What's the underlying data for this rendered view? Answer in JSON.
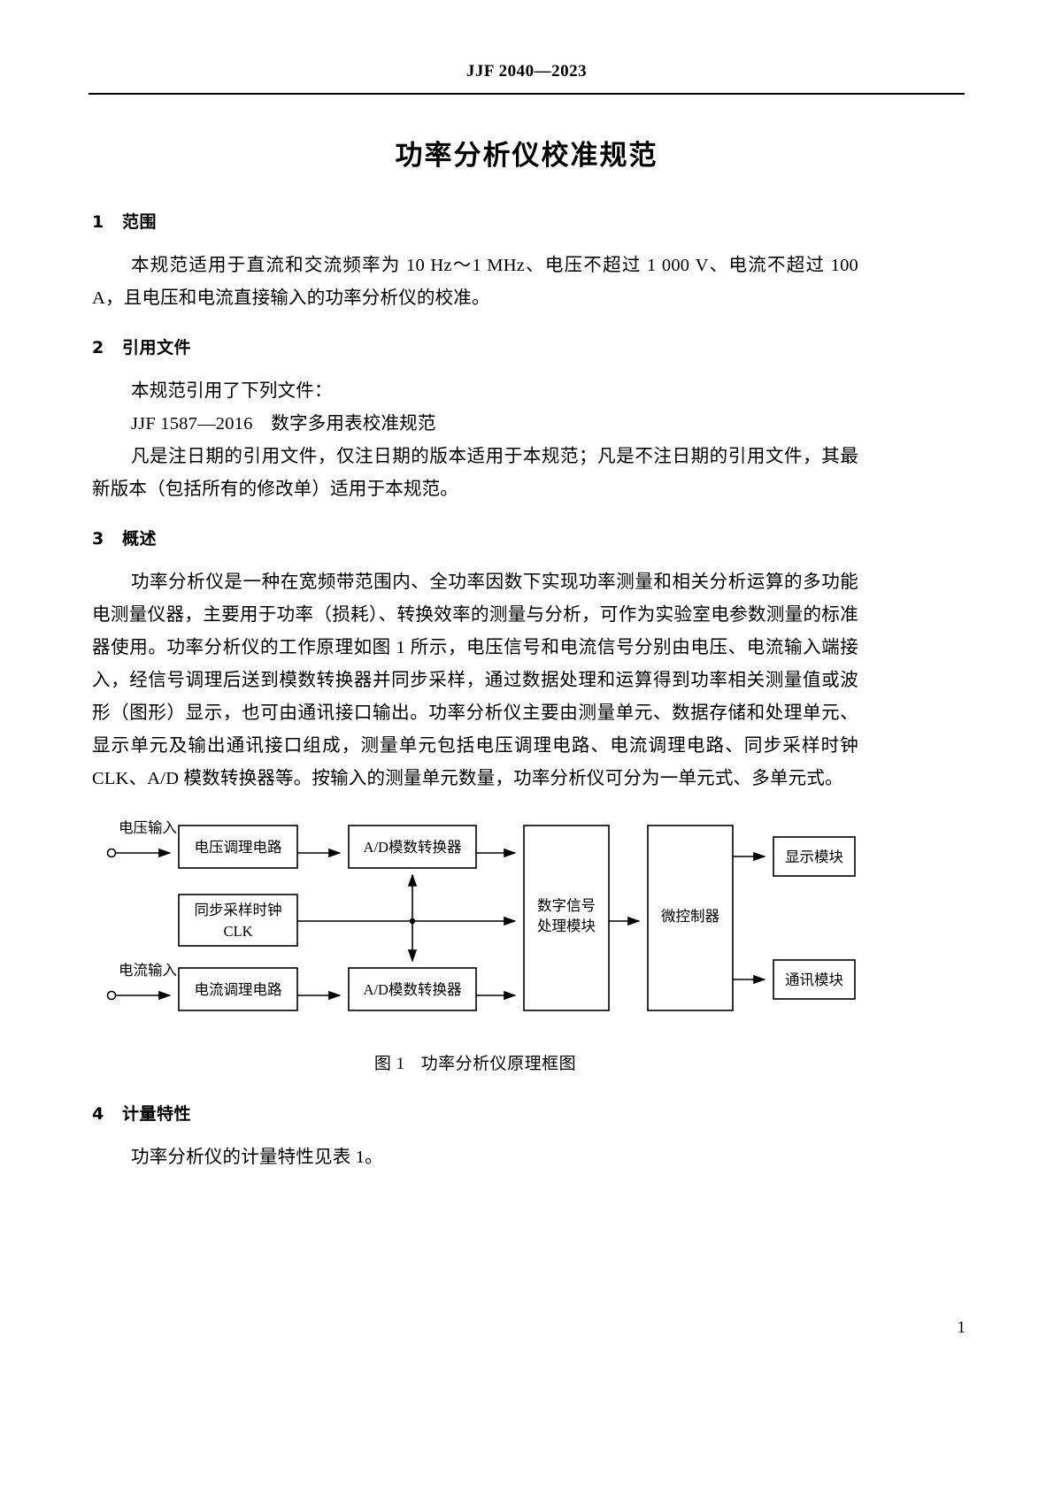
{
  "header": {
    "standard_code": "JJF 2040—2023"
  },
  "title": "功率分析仪校准规范",
  "sections": [
    {
      "number": "1",
      "heading": "范围",
      "paragraphs": [
        "本规范适用于直流和交流频率为 10 Hz～1 MHz、电压不超过 1 000 V、电流不超过 100 A，且电压和电流直接输入的功率分析仪的校准。"
      ]
    },
    {
      "number": "2",
      "heading": "引用文件",
      "paragraphs": [
        "本规范引用了下列文件：",
        "JJF 1587—2016　数字多用表校准规范",
        "凡是注日期的引用文件，仅注日期的版本适用于本规范；凡是不注日期的引用文件，其最新版本（包括所有的修改单）适用于本规范。"
      ]
    },
    {
      "number": "3",
      "heading": "概述",
      "paragraphs": [
        "功率分析仪是一种在宽频带范围内、全功率因数下实现功率测量和相关分析运算的多功能电测量仪器，主要用于功率（损耗）、转换效率的测量与分析，可作为实验室电参数测量的标准器使用。功率分析仪的工作原理如图 1 所示，电压信号和电流信号分别由电压、电流输入端接入，经信号调理后送到模数转换器并同步采样，通过数据处理和运算得到功率相关测量值或波形（图形）显示，也可由通讯接口输出。功率分析仪主要由测量单元、数据存储和处理单元、显示单元及输出通讯接口组成，测量单元包括电压调理电路、电流调理电路、同步采样时钟 CLK、A/D 模数转换器等。按输入的测量单元数量，功率分析仪可分为一单元式、多单元式。"
      ]
    },
    {
      "number": "4",
      "heading": "计量特性",
      "paragraphs": [
        "功率分析仪的计量特性见表 1。"
      ]
    }
  ],
  "figure": {
    "caption_number": "图 1",
    "caption_text": "功率分析仪原理框图",
    "labels": {
      "voltage_input": "电压输入",
      "current_input": "电流输入",
      "voltage_conditioning": "电压调理电路",
      "current_conditioning": "电流调理电路",
      "adc_top": "A/D模数转换器",
      "adc_bottom": "A/D模数转换器",
      "clock_line1": "同步采样时钟",
      "clock_line2": "CLK",
      "dsp_line1": "数字信号",
      "dsp_line2": "处理模块",
      "mcu": "微控制器",
      "display_module": "显示模块",
      "comm_module": "通讯模块"
    }
  },
  "page_number": "1"
}
